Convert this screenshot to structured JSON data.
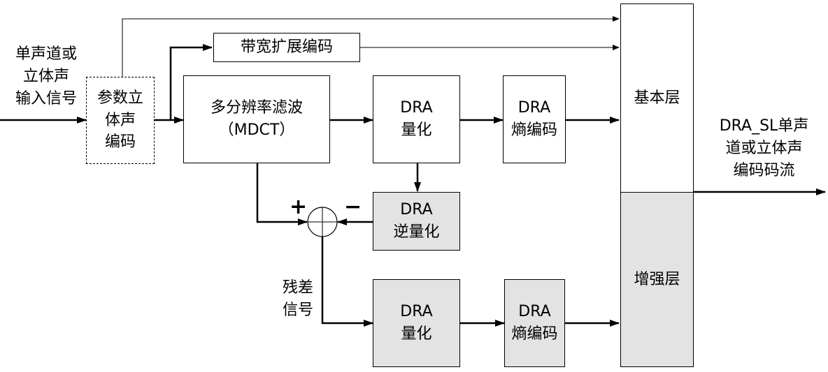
{
  "input_label": [
    "单声道或",
    "立体声",
    "输入信号"
  ],
  "blocks": {
    "parametric_stereo": [
      "参数立",
      "体声",
      "编码"
    ],
    "bandwidth_ext": "带宽扩展编码",
    "filterbank": [
      "多分辨率滤波",
      "（MDCT）"
    ],
    "quant_top": [
      "DRA",
      "量化"
    ],
    "entropy_top": [
      "DRA",
      "熵编码"
    ],
    "inv_quant": [
      "DRA",
      "逆量化"
    ],
    "quant_bottom": [
      "DRA",
      "量化"
    ],
    "entropy_bottom": [
      "DRA",
      "熵编码"
    ],
    "base_layer": "基本层",
    "enh_layer": "增强层"
  },
  "residual_label": [
    "残差",
    "信号"
  ],
  "plus_sign": "+",
  "minus_sign": "−",
  "output_label": [
    "DRA_SL单声",
    "道或立体声",
    "编码码流"
  ],
  "colors": {
    "line": "#000000",
    "grey_fill": "#e3e3e3",
    "white_fill": "#ffffff"
  }
}
